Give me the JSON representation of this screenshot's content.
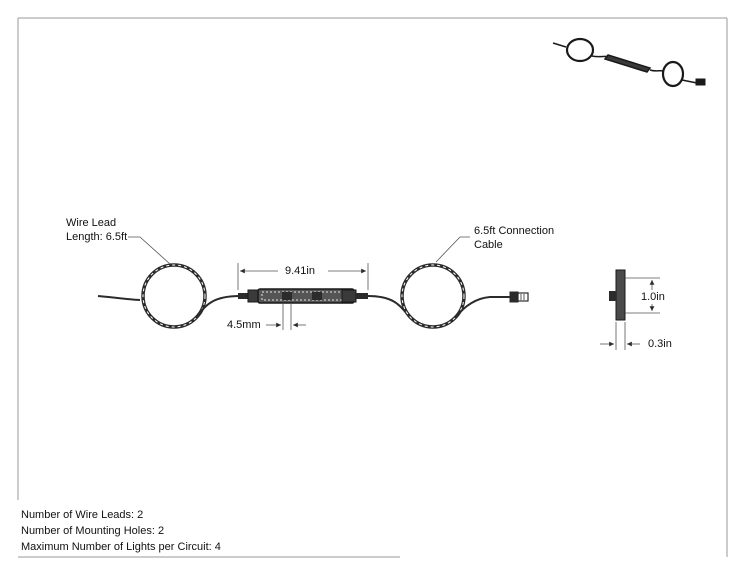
{
  "drawing": {
    "callouts": {
      "wire_lead_line1": "Wire Lead",
      "wire_lead_line2": "Length: 6.5ft",
      "connection_line1": "6.5ft Connection",
      "connection_line2": "Cable"
    },
    "dimensions": {
      "strip_length": "9.41in",
      "led_spacing": "4.5mm",
      "side_height": "1.0in",
      "side_thickness": "0.3in"
    }
  },
  "specs": [
    "Number of Wire Leads: 2",
    "Number of Mounting Holes: 2",
    "Maximum Number of Lights per Circuit: 4"
  ],
  "colors": {
    "line": "#2b2b2b",
    "border": "#9a9a9a"
  }
}
